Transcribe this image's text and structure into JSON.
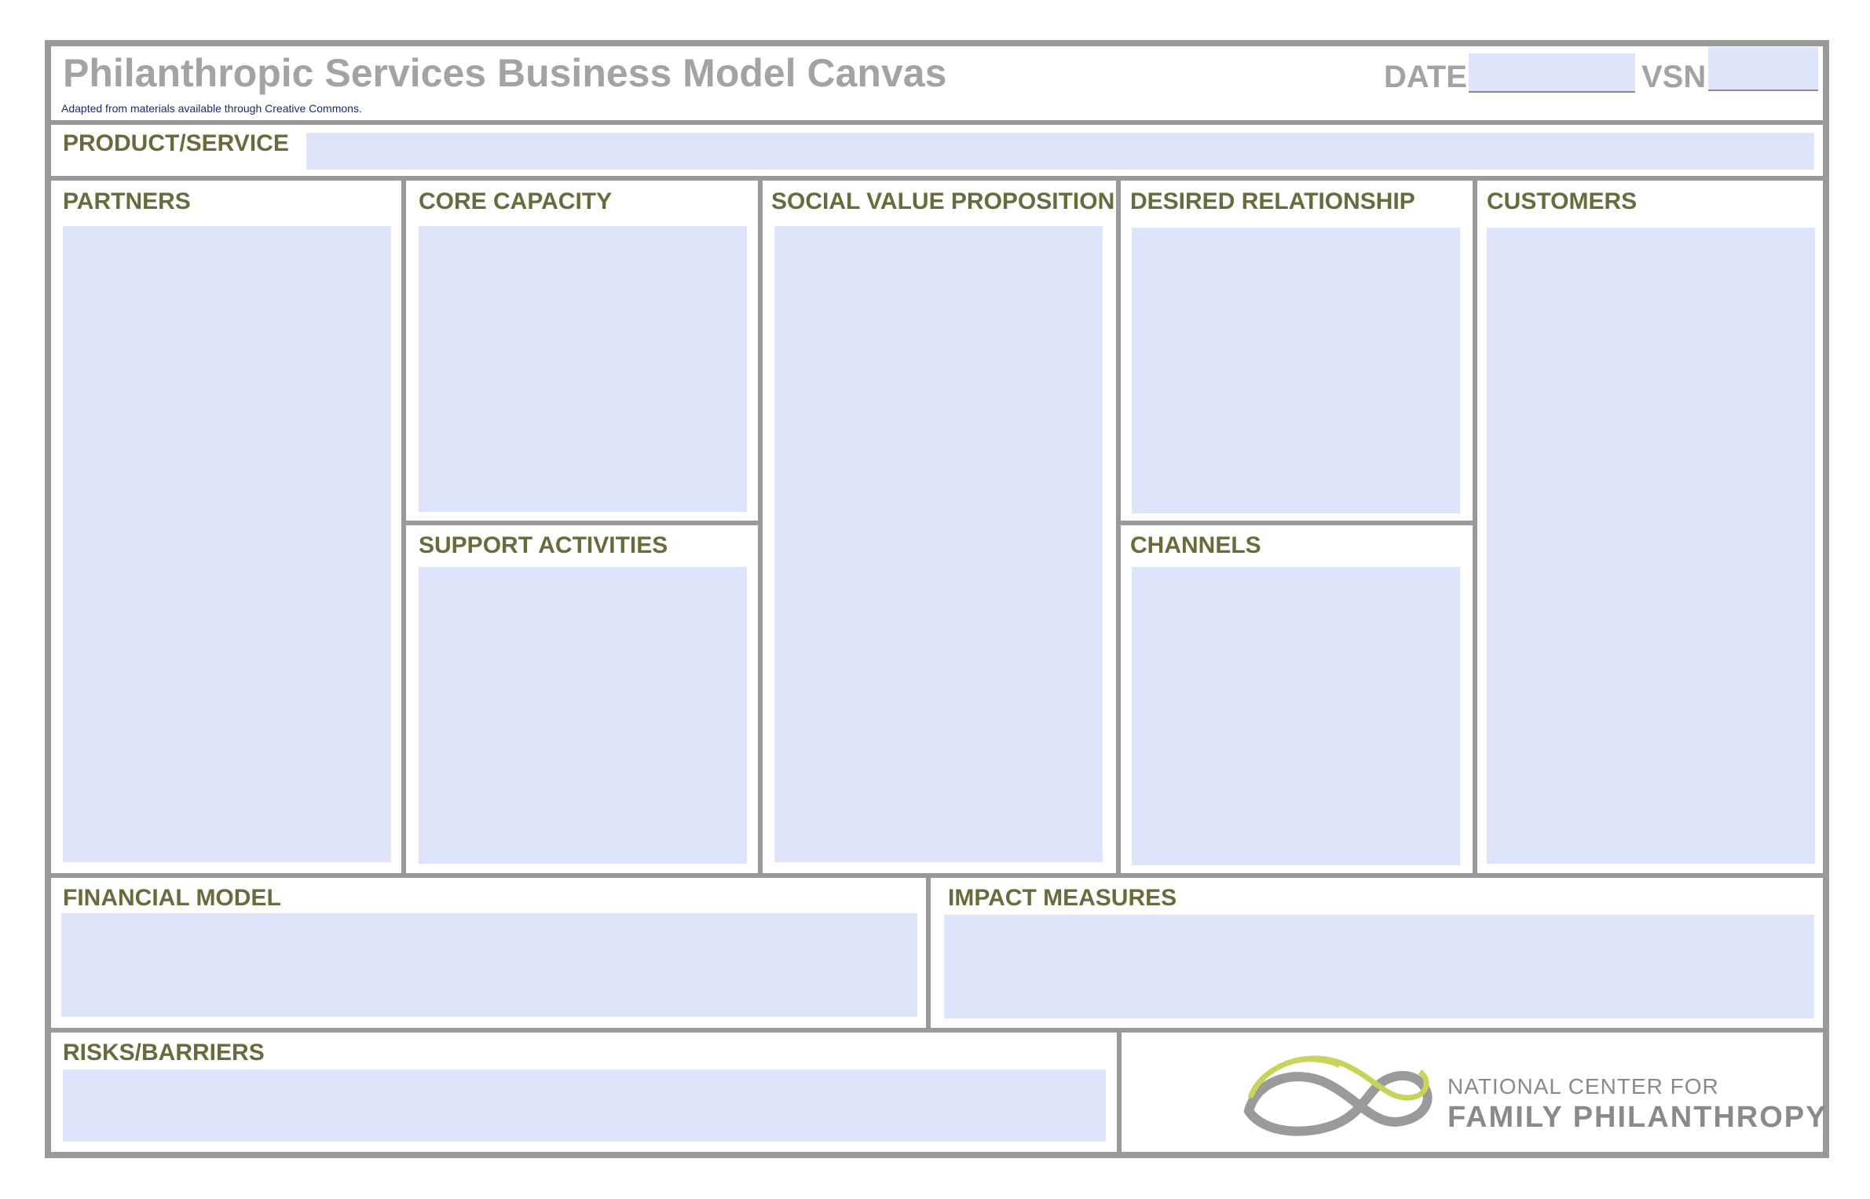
{
  "header": {
    "title": "Philanthropic Services Business Model Canvas",
    "subtitle": "Adapted from materials available through Creative Commons.",
    "date_label": "DATE",
    "version_label": "VSN"
  },
  "sections": {
    "product_service": "PRODUCT/SERVICE",
    "partners": "PARTNERS",
    "core_capacity": "CORE CAPACITY",
    "support_activities": "SUPPORT ACTIVITIES",
    "social_value_proposition": "SOCIAL VALUE PROPOSITION",
    "desired_relationship": "DESIRED RELATIONSHIP",
    "channels": "CHANNELS",
    "customers": "CUSTOMERS",
    "financial_model": "FINANCIAL MODEL",
    "impact_measures": "IMPACT MEASURES",
    "risks_barriers": "RISKS/BARRIERS"
  },
  "logo": {
    "line1": "NATIONAL CENTER FOR",
    "line2": "FAMILY PHILANTHROPY",
    "icon": "infinity-logo-icon"
  },
  "colors": {
    "field": "#dde4fc",
    "border": "#999999",
    "label": "#6a6b3d",
    "title": "#a3a3a3",
    "logo_green": "#c9d35a",
    "logo_gray": "#9a9a9a"
  }
}
